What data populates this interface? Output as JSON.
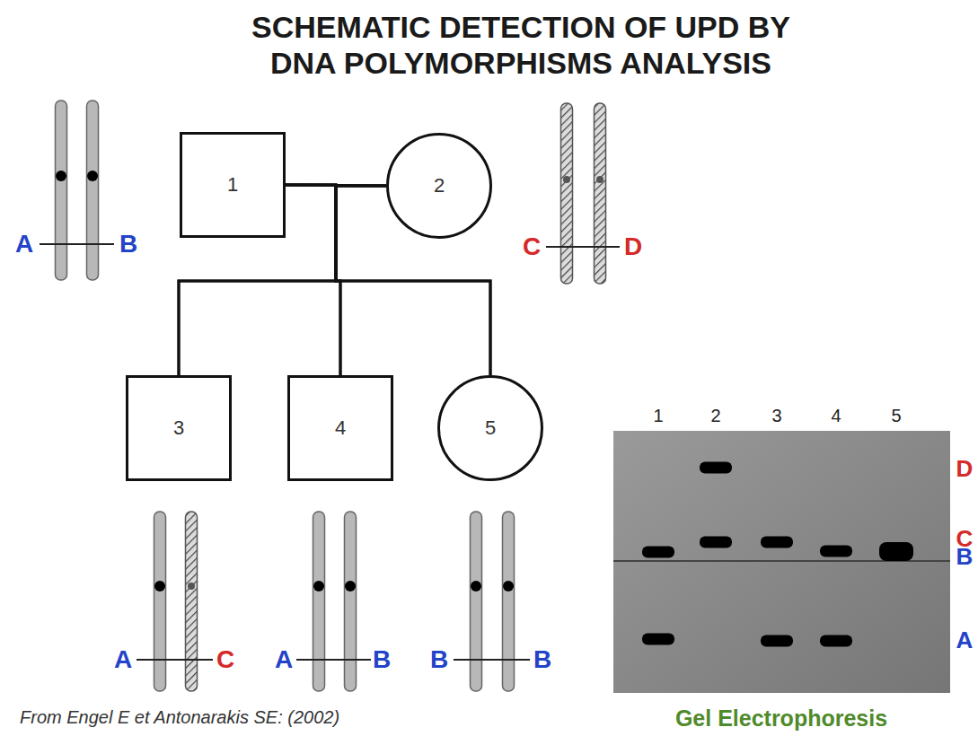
{
  "diagram": {
    "title": "SCHEMATIC DETECTION OF UPD BY DNA POLYMORPHISMS ANALYSIS",
    "caption": "From Engel E et Antonarakis SE: (2002)",
    "nodes": [
      {
        "text": [
          "1"
        ]
      },
      {
        "text": [
          "2"
        ]
      },
      {
        "text": [
          "3"
        ]
      },
      {
        "text": [
          "4"
        ]
      },
      {
        "text": [
          "5"
        ]
      }
    ],
    "edges": [
      {
        "from": 0,
        "to": 1,
        "arrow": "none"
      },
      {
        "from": 0,
        "to": 2,
        "arrow": "none"
      },
      {
        "from": 0,
        "to": 3,
        "arrow": "none"
      },
      {
        "from": 0,
        "to": 4,
        "arrow": "none"
      },
      {
        "from": 1,
        "to": 2,
        "arrow": "none"
      },
      {
        "from": 1,
        "to": 3,
        "arrow": "none"
      },
      {
        "from": 1,
        "to": 4,
        "arrow": "none"
      }
    ],
    "labels": [
      "A",
      "B",
      "C",
      "D",
      "A",
      "C",
      "A",
      "B",
      "B",
      "B",
      "1",
      "2",
      "3",
      "4",
      "5",
      "D",
      "C",
      "B",
      "A",
      "Gel Electrophoresis"
    ]
  }
}
